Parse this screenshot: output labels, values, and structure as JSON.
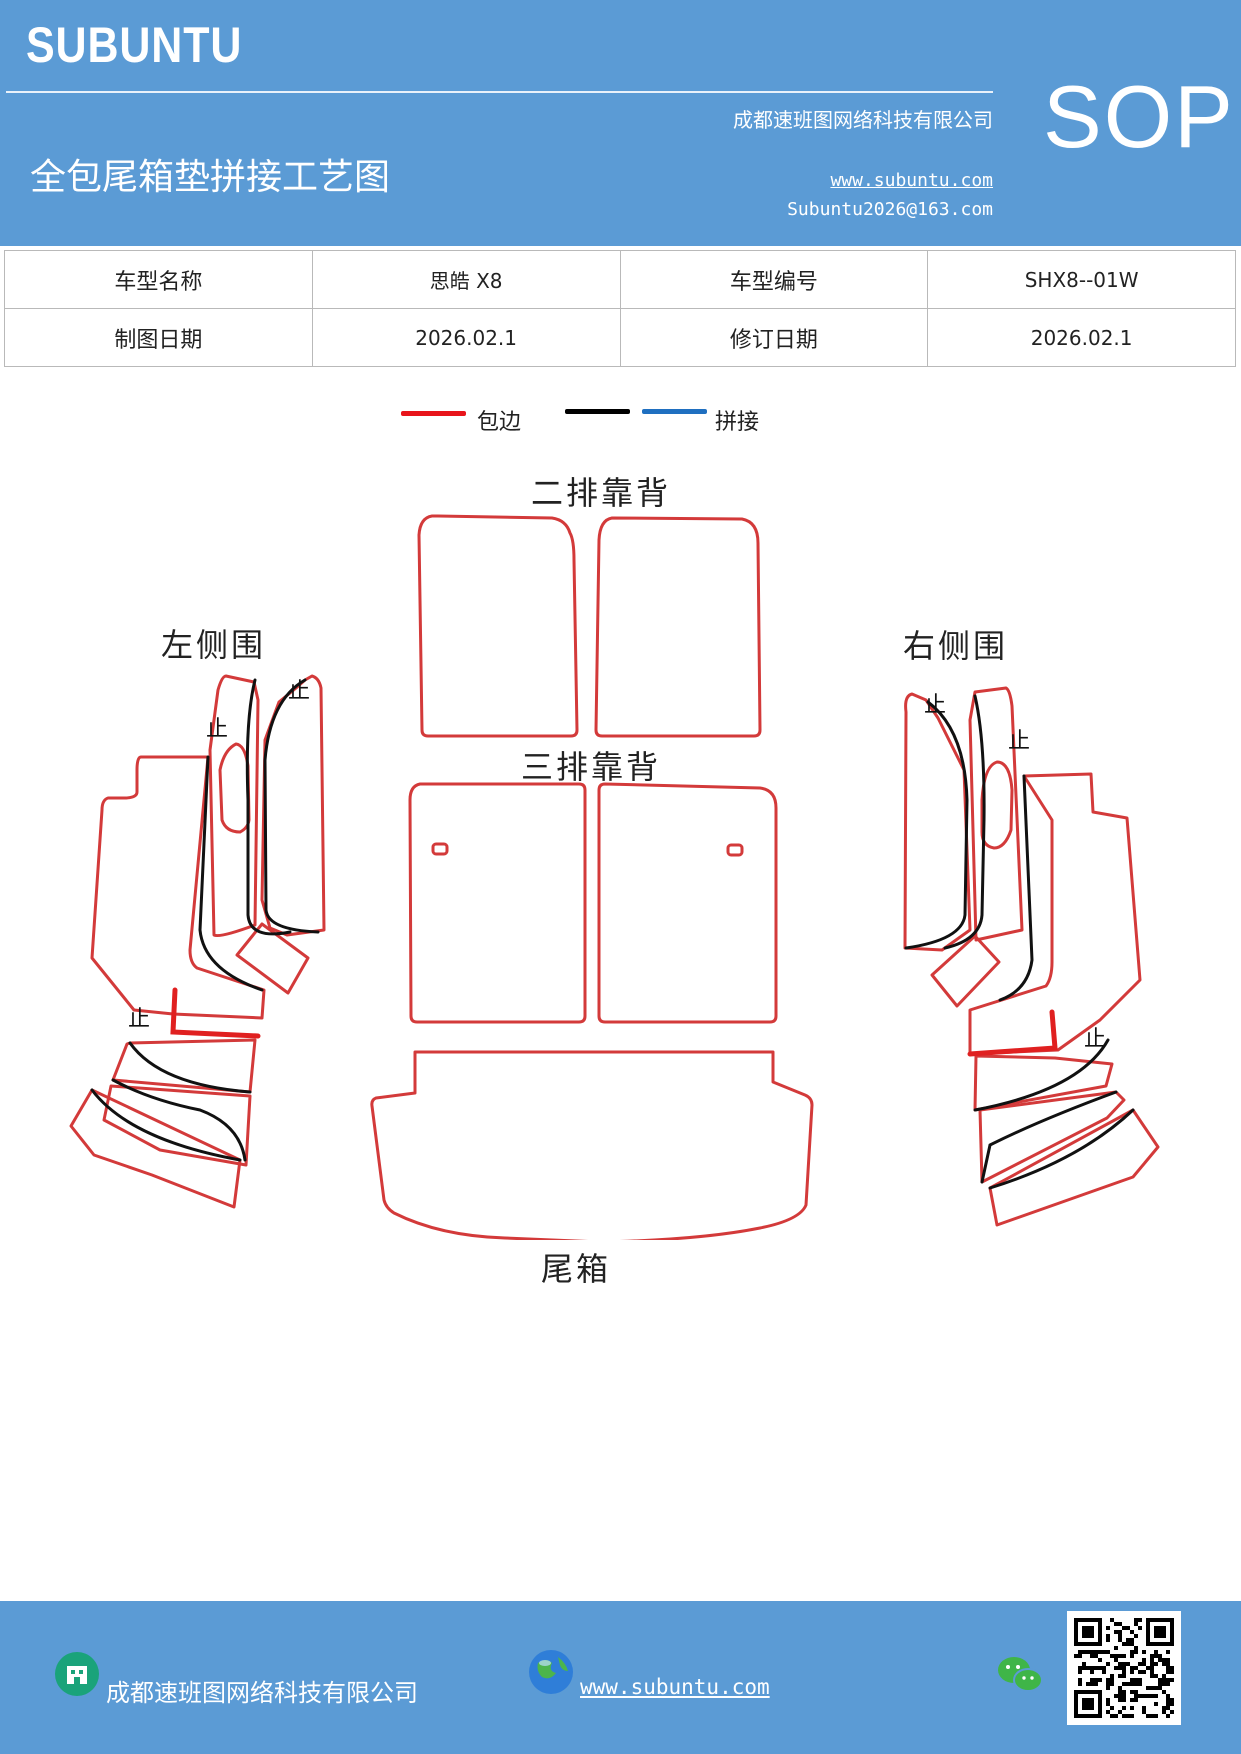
{
  "header": {
    "brand": "SUBUNTU",
    "company": "成都速班图网络科技有限公司",
    "title": "全包尾箱垫拼接工艺图",
    "website": "www.subuntu.com",
    "email": "Subuntu2026@163.com",
    "badge": "SOP"
  },
  "info_table": {
    "model_name_label": "车型名称",
    "model_name_value": "思皓 X8",
    "model_code_label": "车型编号",
    "model_code_value": "SHX8--01W",
    "draw_date_label": "制图日期",
    "draw_date_value": "2026.02.1",
    "revise_date_label": "修订日期",
    "revise_date_value": "2026.02.1"
  },
  "legend": {
    "edge_label": "包边",
    "splice_label": "拼接",
    "edge_color": "#e8141b",
    "splice_colors": [
      "#000000",
      "#1f6fc0"
    ]
  },
  "sections": {
    "second_row": "二排靠背",
    "third_row": "三排靠背",
    "left_side": "左侧围",
    "right_side": "右侧围",
    "trunk": "尾箱",
    "stop_mark": "止"
  },
  "footer": {
    "company": "成都速班图网络科技有限公司",
    "website": "www.subuntu.com"
  },
  "colors": {
    "brand_blue": "#5b9bd5",
    "edge_red": "#d33a3a"
  }
}
